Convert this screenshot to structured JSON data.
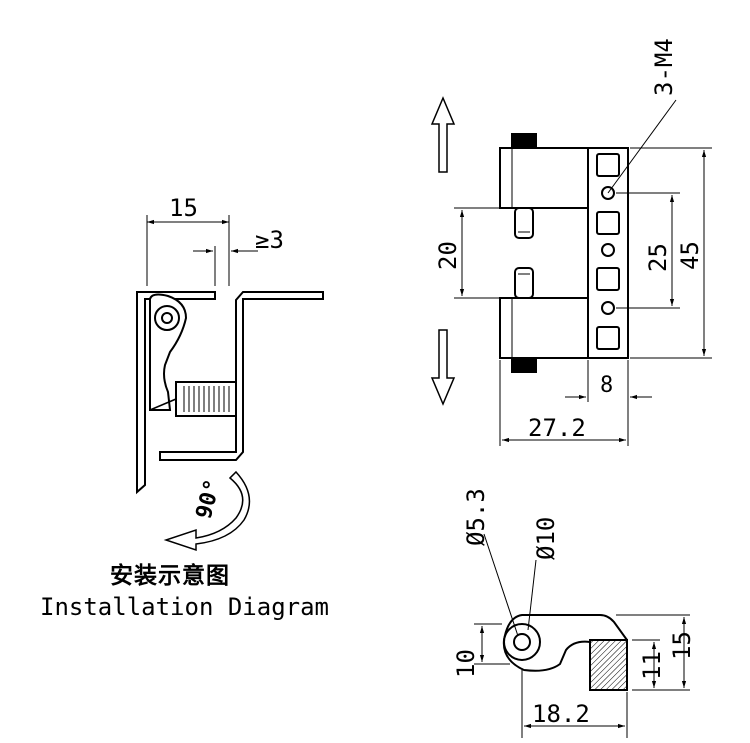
{
  "installation": {
    "dim_width": "15",
    "dim_gap": "≥3",
    "rotation": "90°",
    "caption_cn": "安装示意图",
    "caption_en": "Installation Diagram"
  },
  "front_view": {
    "thread_label": "3-M4",
    "dim_pin_gap": "20",
    "dim_hole_pitch": "25",
    "dim_height": "45",
    "dim_leaf_width": "8",
    "dim_total_width": "27.2"
  },
  "side_view": {
    "dim_hole_dia": "Ø5.3",
    "dim_boss_dia": "Ø10",
    "dim_boss_height": "10",
    "dim_leaf_height": "11",
    "dim_total_height": "15",
    "dim_length": "18.2"
  }
}
